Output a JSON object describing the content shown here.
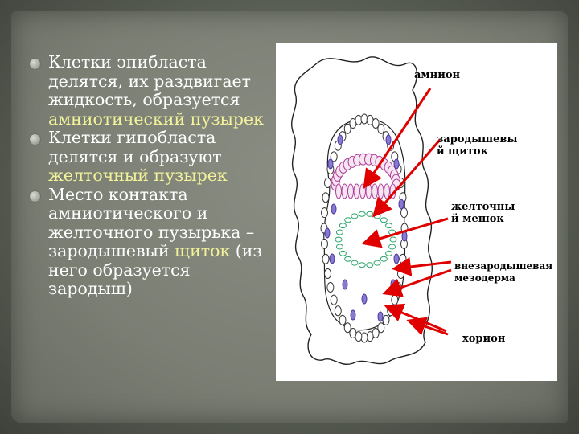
{
  "bullets": [
    {
      "parts": [
        {
          "text": "Клетки эпибласта делятся, их раздвигает жидкость, образуется ",
          "highlight": false
        },
        {
          "text": "амниотический пузырек",
          "highlight": true
        }
      ]
    },
    {
      "parts": [
        {
          "text": "Клетки гипобласта делятся и образуют ",
          "highlight": false
        },
        {
          "text": "желточный пузырек",
          "highlight": true
        }
      ]
    },
    {
      "parts": [
        {
          "text": "Место контакта амниотического и желточного пузырька – зародышевый ",
          "highlight": false
        },
        {
          "text": "щиток",
          "highlight": true
        },
        {
          "text": " (из него образуется зародыш)",
          "highlight": false
        }
      ]
    }
  ],
  "diagram": {
    "labels": {
      "amnion": "амнион",
      "germ_disc": "зародышевы\nй щиток",
      "yolk_sac": "желточны\nй мешок",
      "mesoderm": "внезародышевая\nмезодерма",
      "chorion": "хорион"
    }
  },
  "colors": {
    "highlight": "#f2f29a",
    "text": "#ffffff",
    "arrow": "#e00000",
    "amnion_cells": "#b0409a",
    "yolk_cells": "#2aa56a",
    "mesoderm_cells": "#4a3aa0"
  }
}
